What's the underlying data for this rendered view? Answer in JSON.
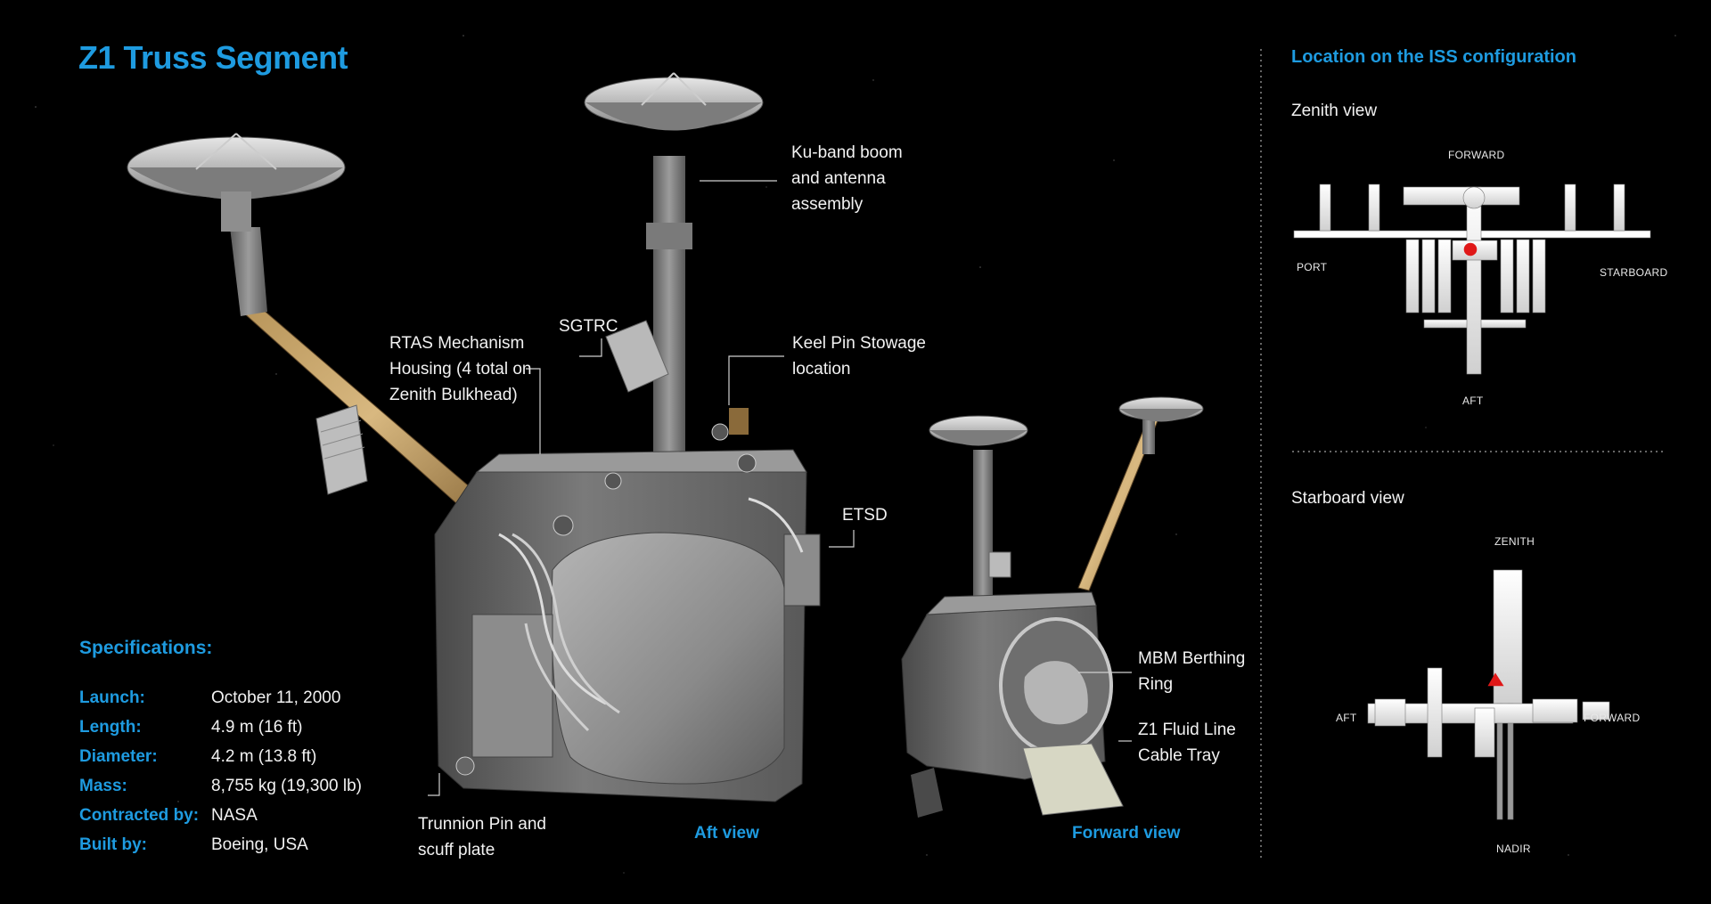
{
  "title": "Z1 Truss Segment",
  "labels": {
    "ku_band": [
      "Ku-band boom",
      "and antenna",
      "assembly"
    ],
    "sgtrc": "SGTRC",
    "rtas": [
      "RTAS Mechanism",
      "Housing (4 total on",
      "Zenith Bulkhead)"
    ],
    "keel_pin": [
      "Keel Pin Stowage",
      "location"
    ],
    "etsd": "ETSD",
    "trunnion": [
      "Trunnion Pin and",
      "scuff plate"
    ],
    "mbm": [
      "MBM Berthing",
      "Ring"
    ],
    "fluid_line": [
      "Z1 Fluid Line",
      "Cable Tray"
    ]
  },
  "views": {
    "aft": "Aft view",
    "forward": "Forward view"
  },
  "specs": {
    "heading": "Specifications:",
    "rows": [
      {
        "key": "Launch:",
        "value": "October 11, 2000"
      },
      {
        "key": "Length:",
        "value": "4.9 m (16 ft)"
      },
      {
        "key": "Diameter:",
        "value": "4.2 m (13.8 ft)"
      },
      {
        "key": "Mass:",
        "value": "8,755 kg (19,300 lb)"
      },
      {
        "key": "Contracted by:",
        "value": "NASA"
      },
      {
        "key": "Built by:",
        "value": "Boeing, USA"
      }
    ]
  },
  "location": {
    "heading": "Location on the ISS configuration",
    "zenith": {
      "title": "Zenith view",
      "forward": "FORWARD",
      "port": "PORT",
      "starboard": "STARBOARD",
      "aft": "AFT"
    },
    "starboard": {
      "title": "Starboard view",
      "zenith": "ZENITH",
      "aft": "AFT",
      "forward": "FORWARD",
      "nadir": "NADIR"
    }
  },
  "colors": {
    "accent": "#1e9be0",
    "highlight": "#e01818",
    "background": "#000000"
  }
}
